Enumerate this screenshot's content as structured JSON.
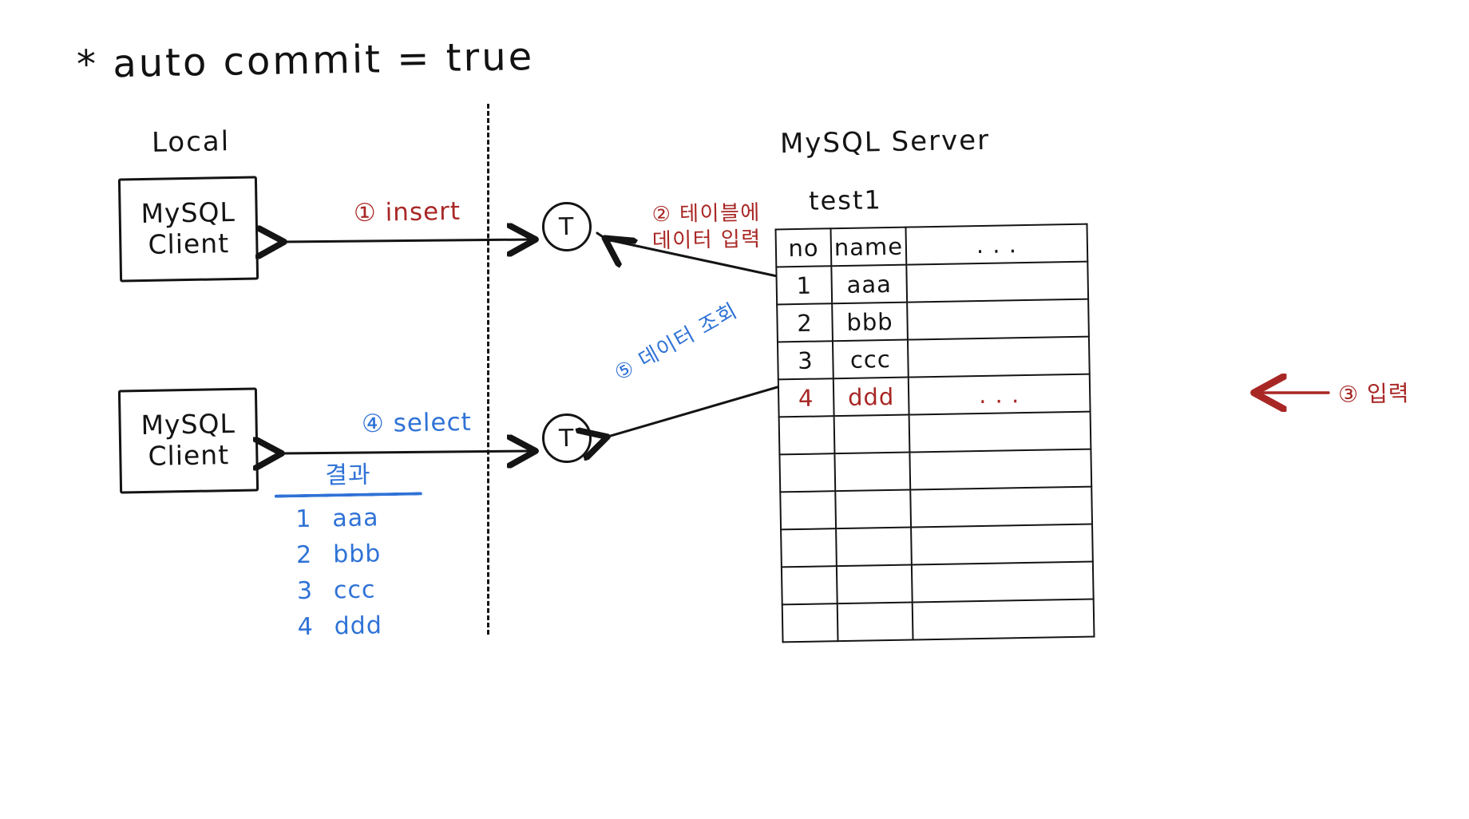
{
  "title": "* auto commit = true",
  "colors": {
    "ink": "#141414",
    "red": "#a82725",
    "blue": "#2f72d6",
    "background": "#ffffff"
  },
  "local": {
    "caption": "Local",
    "client_top": {
      "line1": "MySQL",
      "line2": "Client"
    },
    "client_bottom": {
      "line1": "MySQL",
      "line2": "Client"
    }
  },
  "server": {
    "caption": "MySQL Server",
    "table_name": "test1",
    "columns": [
      "no",
      "name",
      ". . ."
    ],
    "rows": [
      {
        "no": "1",
        "name": "aaa",
        "rest": "",
        "new": false
      },
      {
        "no": "2",
        "name": "bbb",
        "rest": "",
        "new": false
      },
      {
        "no": "3",
        "name": "ccc",
        "rest": "",
        "new": false
      },
      {
        "no": "4",
        "name": "ddd",
        "rest": ". . .",
        "new": true
      },
      {
        "no": "",
        "name": "",
        "rest": "",
        "new": false
      },
      {
        "no": "",
        "name": "",
        "rest": "",
        "new": false
      },
      {
        "no": "",
        "name": "",
        "rest": "",
        "new": false
      },
      {
        "no": "",
        "name": "",
        "rest": "",
        "new": false
      },
      {
        "no": "",
        "name": "",
        "rest": "",
        "new": false
      },
      {
        "no": "",
        "name": "",
        "rest": "",
        "new": false
      }
    ]
  },
  "transactions": {
    "top_label": "T",
    "bottom_label": "T"
  },
  "steps": {
    "step1": "① insert",
    "step2_line1": "② 테이블에",
    "step2_line2": "데이터 입력",
    "step3": "③ 입력",
    "step4": "④ select",
    "step5": "⑤ 데이터 조회"
  },
  "result": {
    "title": "결과",
    "rows": [
      {
        "no": "1",
        "name": "aaa"
      },
      {
        "no": "2",
        "name": "bbb"
      },
      {
        "no": "3",
        "name": "ccc"
      },
      {
        "no": "4",
        "name": "ddd"
      }
    ]
  }
}
